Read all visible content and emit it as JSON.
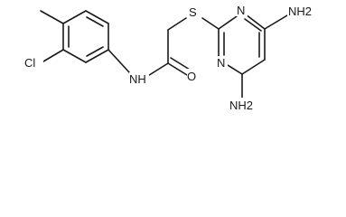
{
  "molecule": {
    "atom_labels": {
      "chloro": "Cl",
      "amide_nh": "NH",
      "carbonyl_o": "O",
      "thioether_s": "S",
      "ring_n_upper": "N",
      "ring_n_lower": "N",
      "amine_upper": "NH2",
      "amine_lower": "NH2"
    }
  }
}
